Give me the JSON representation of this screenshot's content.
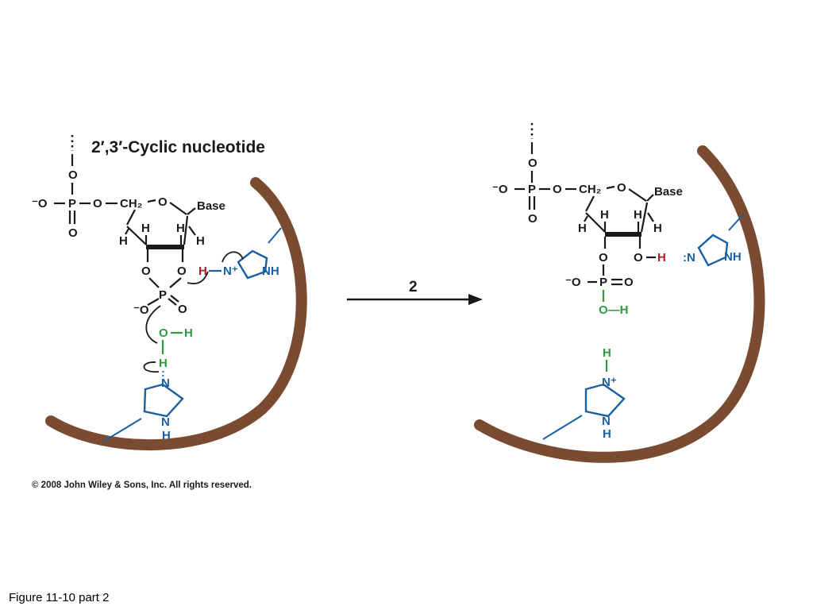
{
  "left": {
    "title": "2′,3′-Cyclic nucleotide",
    "labels": {
      "o_top": "O",
      "o_minus": "⁻O",
      "p": "P",
      "o_bridge": "O",
      "ch2": "CH₂",
      "o_ring": "O",
      "base": "Base",
      "o_double": "O",
      "h1": "H",
      "h2": "H",
      "h3": "H",
      "h4": "H",
      "o_2": "O",
      "o_3": "O",
      "p_cyc": "P",
      "o_minus_cyc": "⁻O",
      "o_dbl_cyc": "O",
      "h_red": "H",
      "n_plus": "N⁺",
      "nh": "NH",
      "water_o": "O",
      "water_h1": "H",
      "water_h2": "H",
      "lone_n": "N",
      "bottom_nh_n": "N",
      "bottom_nh_h": "H"
    }
  },
  "arrow": {
    "label": "2"
  },
  "right": {
    "labels": {
      "o_top": "O",
      "o_minus": "⁻O",
      "p": "P",
      "o_bridge": "O",
      "ch2": "CH₂",
      "o_ring": "O",
      "base": "Base",
      "o_double": "O",
      "h1": "H",
      "h2": "H",
      "h3": "H",
      "h4": "H",
      "o_3": "O",
      "oh_o": "O",
      "oh_h": "H",
      "o_minus_p": "⁻O",
      "p2": "P",
      "o_dbl2": "O",
      "oh2": "O—H",
      "lone_n": ":N",
      "nh": "NH",
      "h_top": "H",
      "n_plus": "N⁺",
      "bottom_n": "N",
      "bottom_h": "H"
    }
  },
  "copyright": "© 2008 John Wiley & Sons, Inc. All rights reserved.",
  "figure_label": "Figure 11-10 part 2"
}
